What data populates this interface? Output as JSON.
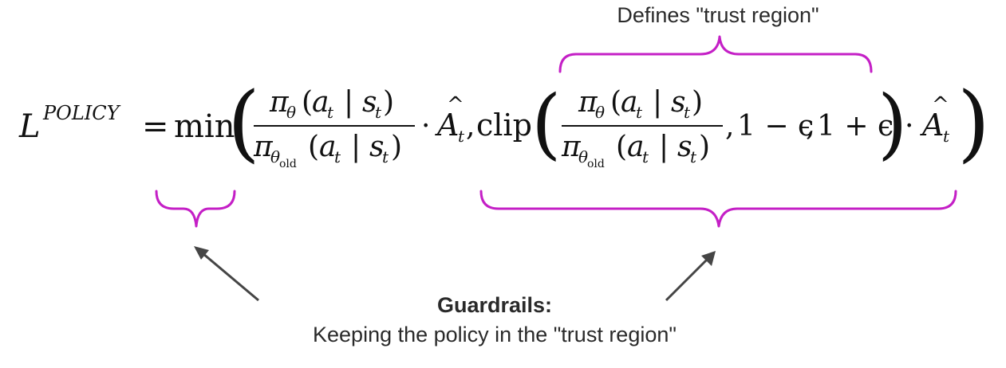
{
  "annotations": {
    "trust_region_label": "Defines \"trust region\"",
    "guardrails_title": "Guardrails:",
    "guardrails_text": "Keeping the policy in the \"trust region\""
  },
  "formula": {
    "lhs": "L",
    "lhs_superscript": "POLICY",
    "equals": "=",
    "min": "min",
    "pi": "π",
    "theta": "θ",
    "theta_old_sub": "old",
    "a": "a",
    "s": "s",
    "t": "t",
    "bar": "|",
    "advantage": "A",
    "clip": "clip",
    "one_minus_eps": "1 − ϵ",
    "one_plus_eps": "1 + ϵ",
    "dot": "·",
    "comma": ","
  },
  "colors": {
    "brace": "#c41fc6",
    "arrow": "#454545",
    "text": "#111111"
  }
}
